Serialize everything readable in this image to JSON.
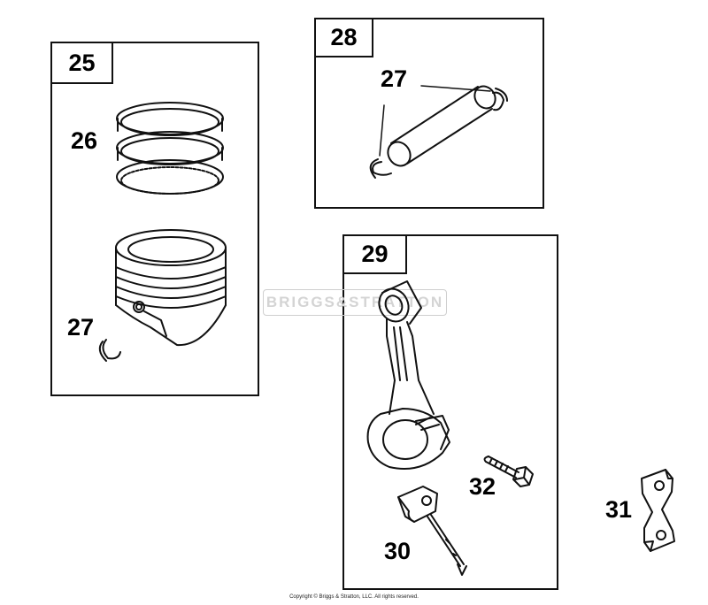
{
  "panels": {
    "piston_assembly": {
      "number": "25"
    },
    "piston_pin": {
      "number": "28"
    },
    "connecting_rod": {
      "number": "29"
    }
  },
  "callouts": {
    "rings": "26",
    "retainer_left": "27",
    "retainer_top": "27",
    "dipper": "30",
    "lock_plate": "31",
    "rod_bolt": "32"
  },
  "watermark": "BRIGGS&STRATTON",
  "copyright": "Copyright © Briggs & Stratton, LLC. All rights reserved."
}
